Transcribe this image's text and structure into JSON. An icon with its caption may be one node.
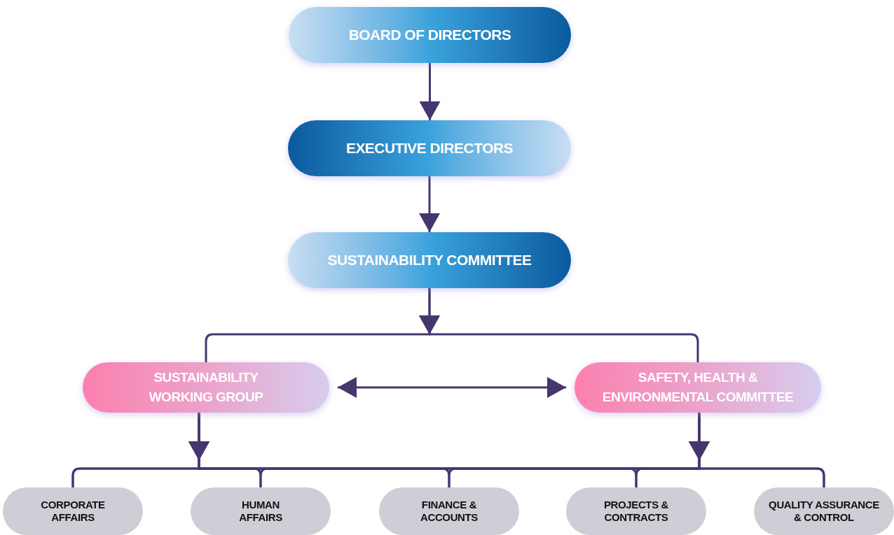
{
  "diagram": {
    "nodes": [
      {
        "text": [
          "BOARD OF DIRECTORS"
        ]
      },
      {
        "text": [
          "EXECUTIVE DIRECTORS"
        ]
      },
      {
        "text": [
          "SUSTAINABILITY COMMITTEE"
        ]
      },
      {
        "text": [
          "SUSTAINABILITY WORKING GROUP"
        ]
      },
      {
        "text": [
          "SAFETY, HEALTH & ENVIRONMENTAL COMMITTEE"
        ]
      },
      {
        "text": [
          "CORPORATE AFFAIRS"
        ]
      },
      {
        "text": [
          "HUMAN AFFAIRS"
        ]
      },
      {
        "text": [
          "FINANCE & ACCOUNTS"
        ]
      },
      {
        "text": [
          "PROJECTS & CONTRACTS"
        ]
      },
      {
        "text": [
          "QUALITY ASSURANCE & CONTROL"
        ]
      }
    ],
    "edges": [
      {
        "from": 0,
        "to": 1,
        "arrow": "to"
      },
      {
        "from": 1,
        "to": 2,
        "arrow": "to"
      },
      {
        "from": 2,
        "to": 3,
        "arrow": "to"
      },
      {
        "from": 2,
        "to": 4,
        "arrow": "to"
      },
      {
        "from": 3,
        "to": 4,
        "arrow": "both"
      },
      {
        "from": 3,
        "to": 5,
        "arrow": "to"
      },
      {
        "from": 3,
        "to": 6,
        "arrow": "to"
      },
      {
        "from": 3,
        "to": 7,
        "arrow": "to"
      },
      {
        "from": 3,
        "to": 8,
        "arrow": "to"
      },
      {
        "from": 3,
        "to": 9,
        "arrow": "to"
      },
      {
        "from": 4,
        "to": 5,
        "arrow": "to"
      },
      {
        "from": 4,
        "to": 6,
        "arrow": "to"
      },
      {
        "from": 4,
        "to": 7,
        "arrow": "to"
      },
      {
        "from": 4,
        "to": 8,
        "arrow": "to"
      },
      {
        "from": 4,
        "to": 9,
        "arrow": "to"
      }
    ]
  }
}
